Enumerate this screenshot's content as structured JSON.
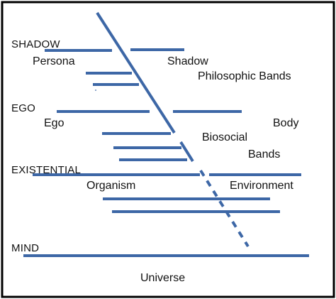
{
  "diagram": {
    "colors": {
      "line": "#3D67A6",
      "frame": "#000000",
      "text": "#111111"
    },
    "levels": {
      "shadow": "SHADOW",
      "ego": "EGO",
      "existential": "EXISTENTIAL",
      "mind": "MIND"
    },
    "labels": {
      "persona": "Persona",
      "shadow": "Shadow",
      "philosophic_bands": "Philosophic Bands",
      "ego": "Ego",
      "body": "Body",
      "biosocial": "Biosocial",
      "bands": "Bands",
      "organism": "Organism",
      "environment": "Environment",
      "universe": "Universe"
    }
  }
}
